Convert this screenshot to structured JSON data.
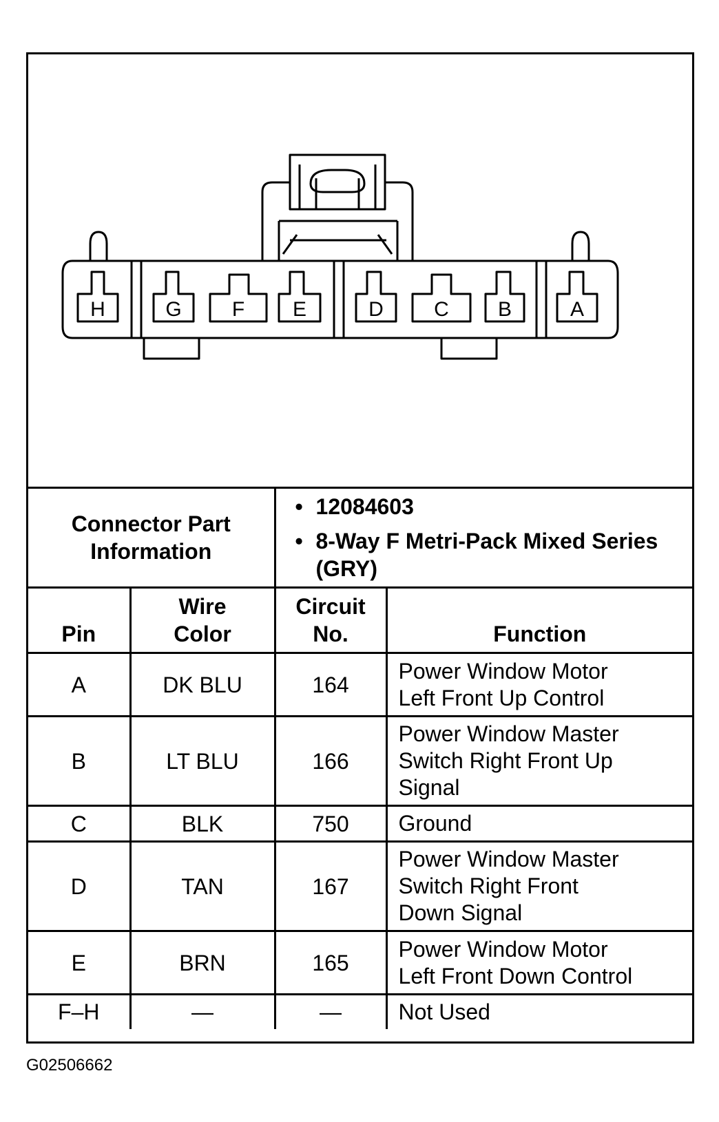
{
  "connector": {
    "pins": [
      "H",
      "G",
      "F",
      "E",
      "D",
      "C",
      "B",
      "A"
    ]
  },
  "part_info": {
    "label_line1": "Connector Part",
    "label_line2": "Information",
    "items": [
      "12084603",
      "8-Way F Metri-Pack Mixed Series (GRY)"
    ]
  },
  "table": {
    "headers": {
      "pin": "Pin",
      "wire_color_line1": "Wire",
      "wire_color_line2": "Color",
      "circuit_line1": "Circuit",
      "circuit_line2": "No.",
      "function": "Function"
    },
    "rows": [
      {
        "pin": "A",
        "wire": "DK BLU",
        "circuit": "164",
        "function": [
          "Power Window Motor",
          "Left Front Up Control"
        ]
      },
      {
        "pin": "B",
        "wire": "LT BLU",
        "circuit": "166",
        "function": [
          "Power Window Master",
          "Switch Right Front Up",
          "Signal"
        ]
      },
      {
        "pin": "C",
        "wire": "BLK",
        "circuit": "750",
        "function": [
          "Ground"
        ]
      },
      {
        "pin": "D",
        "wire": "TAN",
        "circuit": "167",
        "function": [
          "Power Window Master",
          "Switch Right Front",
          "Down Signal"
        ]
      },
      {
        "pin": "E",
        "wire": "BRN",
        "circuit": "165",
        "function": [
          "Power Window Motor",
          "Left Front Down Control"
        ]
      },
      {
        "pin": "F–H",
        "wire": "—",
        "circuit": "—",
        "function": [
          "Not Used"
        ]
      }
    ]
  },
  "figure_id": "G02506662"
}
